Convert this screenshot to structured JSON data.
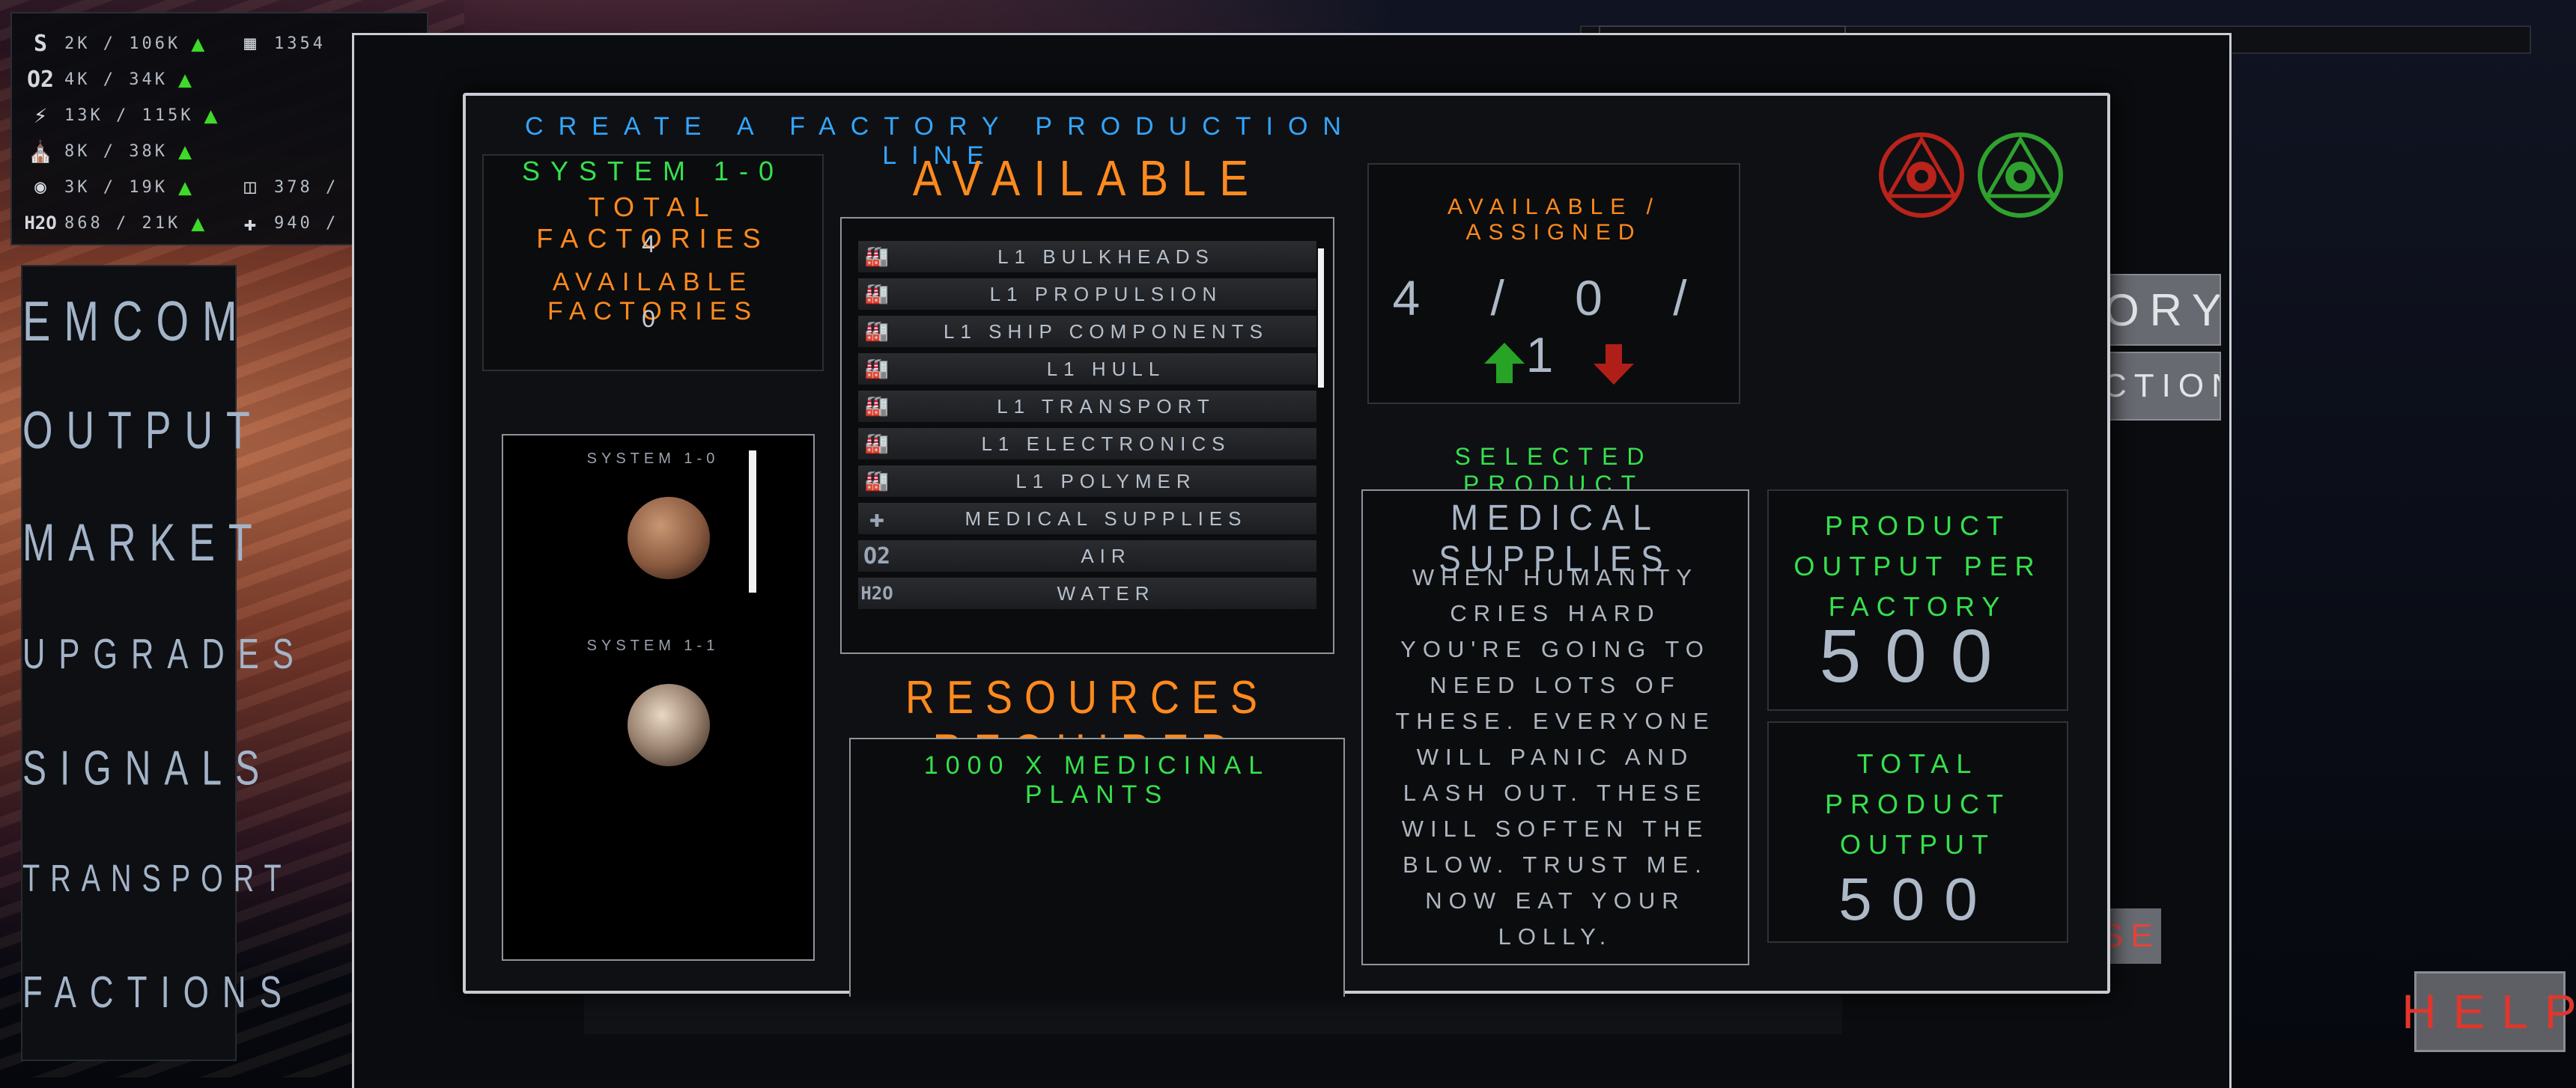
{
  "resources": {
    "credits": {
      "icon": "credits-icon",
      "value": "2K / 106K"
    },
    "oxygen": {
      "icon": "o2-icon",
      "label": "O2",
      "value": "4K / 34K"
    },
    "energy": {
      "icon": "lightning-icon",
      "value": "13K / 115K"
    },
    "materials": {
      "icon": "building-icon",
      "value": "8K / 38K"
    },
    "food": {
      "icon": "food-icon",
      "value": "3K / 19K"
    },
    "water": {
      "icon": "h2o-icon",
      "label": "H2O",
      "value": "868 / 21K"
    },
    "population": {
      "icon": "population-icon",
      "value": "1354"
    },
    "transport": {
      "icon": "vehicle-icon",
      "value": "378 /"
    },
    "medical": {
      "icon": "medical-cross-icon",
      "value": "940 /"
    }
  },
  "menu": [
    "EMCOM",
    "OUTPUT",
    "MARKET",
    "UPGRADES",
    "SIGNALS",
    "TRANSPORT",
    "FACTIONS"
  ],
  "background_buttons": {
    "btn1": "ORY",
    "btn2": "CTION",
    "btn3": "SE",
    "help": "HELP"
  },
  "dialog": {
    "title": "CREATE A FACTORY PRODUCTION LINE",
    "system_info": {
      "system": "SYSTEM  1-0",
      "total_label": "TOTAL FACTORIES",
      "total_value": "4",
      "available_label": "AVAILABLE FACTORIES",
      "available_value": "0"
    },
    "systems": [
      {
        "name": "SYSTEM  1-0"
      },
      {
        "name": "SYSTEM  1-1"
      }
    ],
    "products_title": "AVAILABLE PRODUCTS",
    "products": [
      {
        "name": "L1 BULKHEADS",
        "icon": "factory-icon"
      },
      {
        "name": "L1 PROPULSION",
        "icon": "factory-icon"
      },
      {
        "name": "L1 SHIP COMPONENTS",
        "icon": "factory-icon"
      },
      {
        "name": "L1 HULL",
        "icon": "factory-icon"
      },
      {
        "name": "L1 TRANSPORT",
        "icon": "factory-icon"
      },
      {
        "name": "L1 ELECTRONICS",
        "icon": "factory-icon"
      },
      {
        "name": "L1 POLYMER",
        "icon": "factory-icon"
      },
      {
        "name": "MEDICAL SUPPLIES",
        "icon": "medical-cross-icon"
      },
      {
        "name": "AIR",
        "icon": "o2-icon",
        "icon_text": "O2"
      },
      {
        "name": "WATER",
        "icon": "h2o-icon",
        "icon_text": "H2O"
      }
    ],
    "assigned": {
      "label": "AVAILABLE / ASSIGNED",
      "value": "4 / 0 / 1"
    },
    "resources_title": "RESOURCES REQUIRED",
    "resources_required": [
      "1000 X MEDICINAL PLANTS"
    ],
    "selected_label": "SELECTED PRODUCT",
    "selected": {
      "name": "MEDICAL SUPPLIES",
      "description": "WHEN HUMANITY CRIES HARD YOU'RE GOING TO NEED LOTS OF THESE. EVERYONE WILL PANIC AND LASH OUT. THESE WILL SOFTEN THE BLOW. TRUST ME. NOW EAT YOUR LOLLY."
    },
    "output_per_factory": {
      "label": "PRODUCT OUTPUT PER FACTORY",
      "value": "500"
    },
    "total_output": {
      "label": "TOTAL PRODUCT OUTPUT",
      "value": "500"
    },
    "colors": {
      "accent_blue": "#33a6ff",
      "orange": "#ff8a1e",
      "green": "#35e04d",
      "cancel_red": "#c0241c",
      "confirm_green": "#2fa12f"
    }
  }
}
